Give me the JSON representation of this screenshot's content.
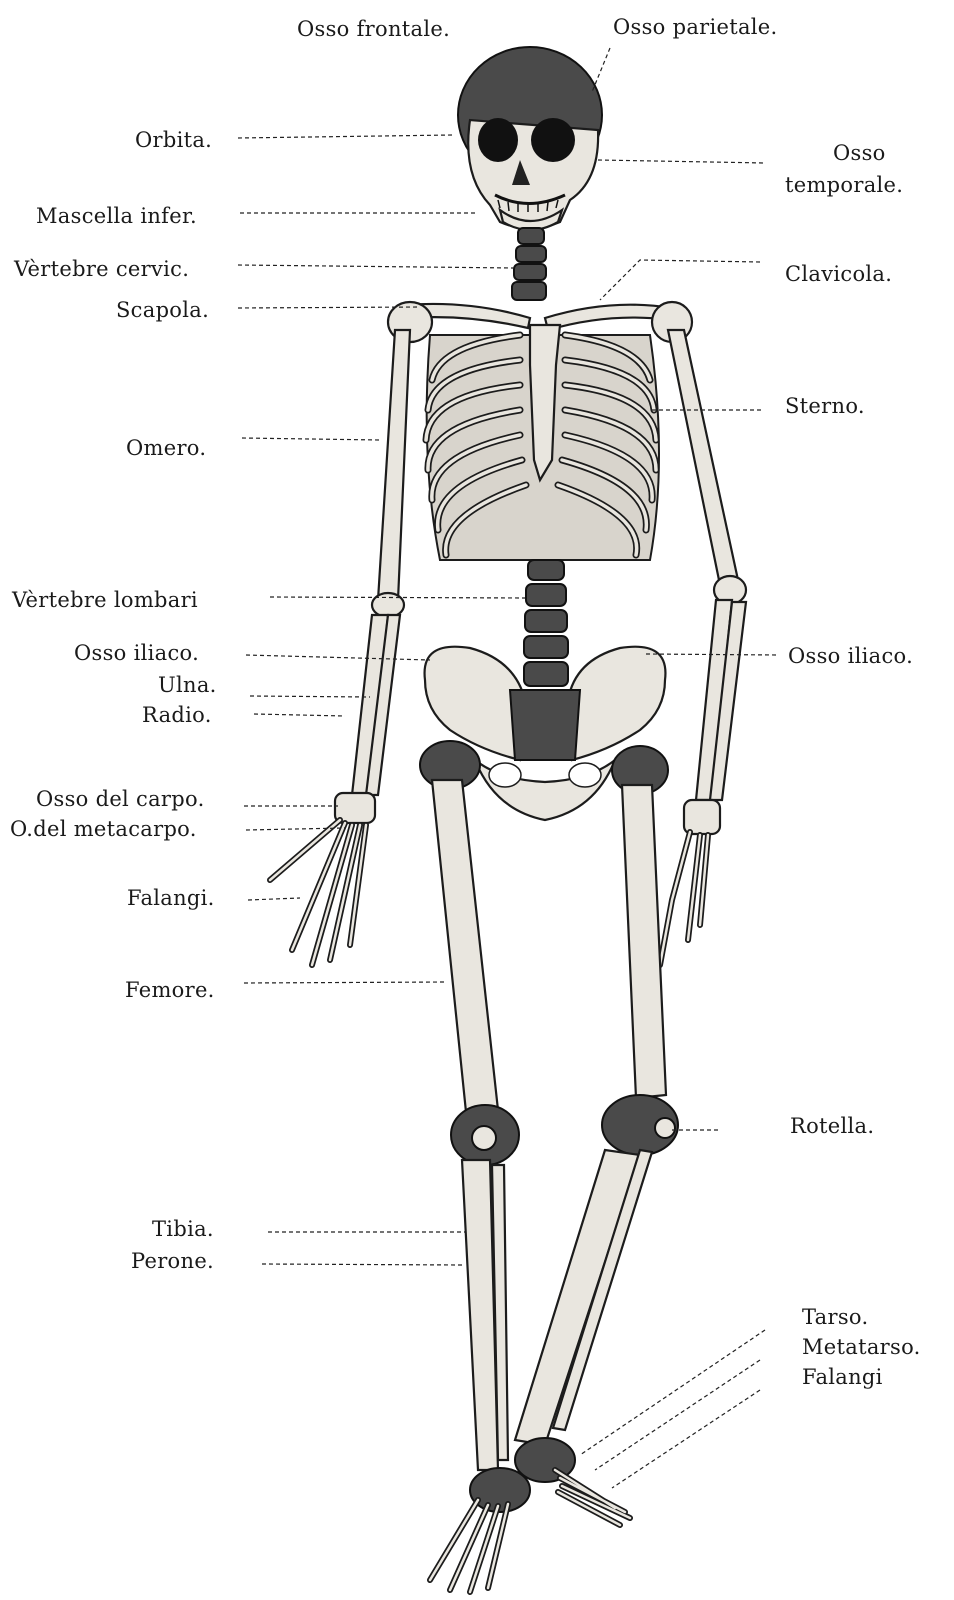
{
  "labels": {
    "osso_frontale": "Osso frontale.",
    "osso_parietale": "Osso parietale.",
    "orbita": "Orbita.",
    "osso_temporale_1": "Osso",
    "osso_temporale_2": "temporale.",
    "mascella_infer": "Mascella infer.",
    "vertebre_cervic": "Vèrtebre cervic.",
    "clavicola": "Clavicola.",
    "scapola": "Scapola.",
    "sterno": "Sterno.",
    "omero": "Omero.",
    "vertebre_lombari": "Vèrtebre lombari",
    "osso_iliaco_left": "Osso iliaco.",
    "osso_iliaco_right": "Osso iliaco.",
    "ulna": "Ulna.",
    "radio": "Radio.",
    "osso_del_carpo": "Osso del carpo.",
    "o_del_metacarpo": "O.del metacarpo.",
    "falangi_hand": "Falangi.",
    "femore": "Femore.",
    "rotella": "Rotella.",
    "tibia": "Tibia.",
    "perone": "Perone.",
    "tarso": "Tarso.",
    "metatarso": "Metatarso.",
    "falangi_foot": "Falangi"
  }
}
